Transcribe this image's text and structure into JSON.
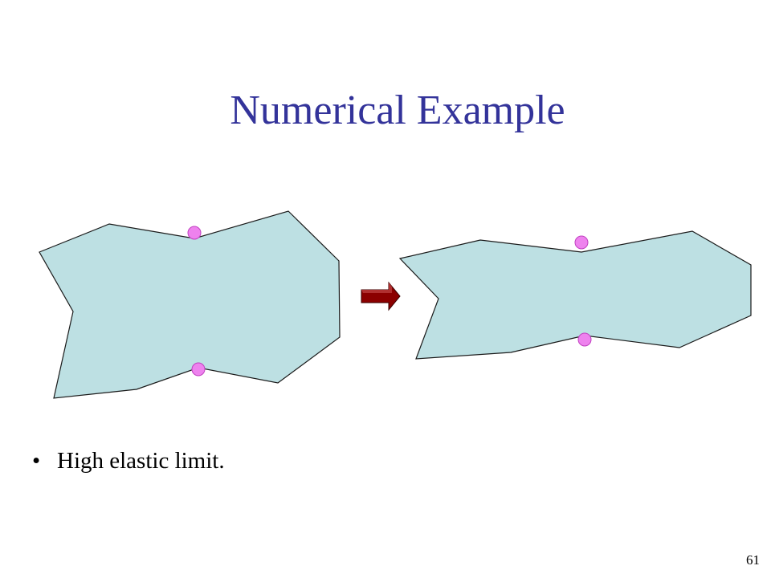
{
  "slide": {
    "title": "Numerical Example",
    "bullet_mark": "•",
    "bullet_text": "High elastic limit.",
    "page_number": "61"
  },
  "colors": {
    "title": "#33339a",
    "shape_fill": "#bde0e3",
    "shape_stroke": "#1a1a1a",
    "pin_fill": "#ee82ee",
    "pin_stroke": "#c040c0",
    "arrow_fill": "#8b0000"
  },
  "icons": {
    "pin": "pink-circle",
    "transform_arrow": "right-arrow"
  }
}
